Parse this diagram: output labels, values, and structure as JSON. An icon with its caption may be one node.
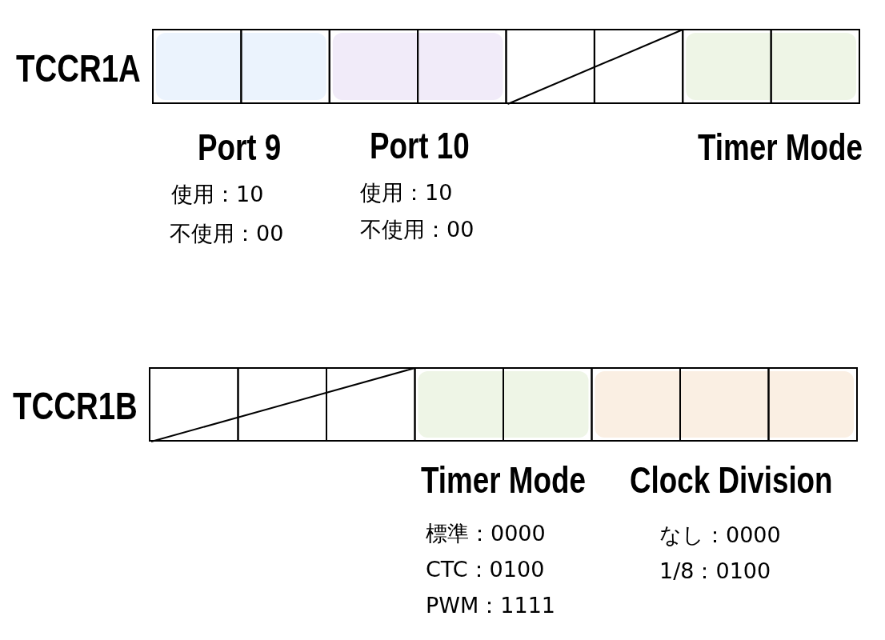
{
  "diagram": {
    "labels": [
      "TCCR1A",
      "Port 9",
      "使用：10",
      "不使用：00",
      "Port 10",
      "使用：10",
      "不使用：00",
      "Timer Mode",
      "TCCR1B",
      "Timer Mode",
      "標準：0000",
      "CTC：0100",
      "PWM：1111",
      "Clock Division",
      "なし：0000",
      "1/8：0100"
    ]
  }
}
